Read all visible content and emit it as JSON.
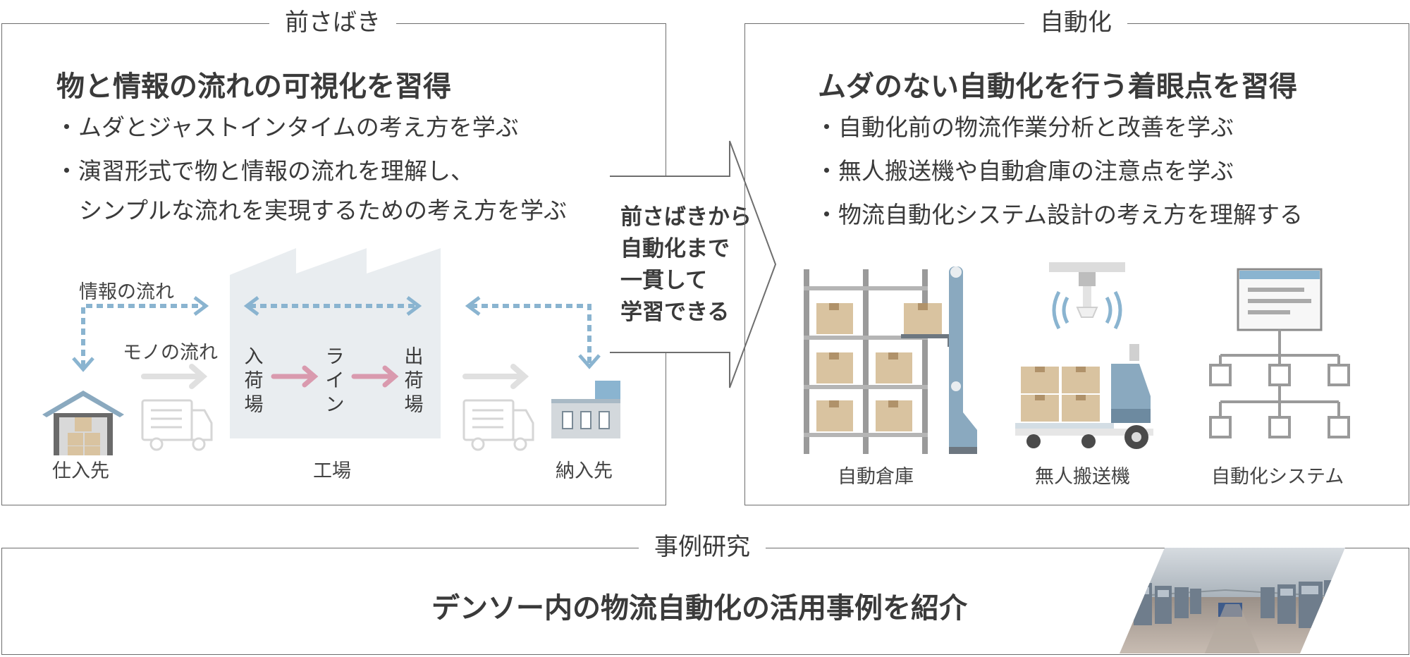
{
  "left": {
    "legend": "前さばき",
    "heading": "物と情報の流れの可視化を習得",
    "bullets": [
      "・ムダとジャストインタイムの考え方を学ぶ",
      "・演習形式で物と情報の流れを理解し、",
      "シンプルな流れを実現するための考え方を学ぶ"
    ],
    "labels": {
      "info_flow": "情報の流れ",
      "goods_flow": "モノの流れ",
      "supplier": "仕入先",
      "factory": "工場",
      "customer": "納入先",
      "receiving": "入荷場",
      "line": "ライン",
      "shipping": "出荷場"
    }
  },
  "center": {
    "lines": [
      "前さばきから",
      "自動化まで",
      "一貫して",
      "学習できる"
    ]
  },
  "right": {
    "legend": "自動化",
    "heading": "ムダのない自動化を行う着眼点を習得",
    "bullets": [
      "・自動化前の物流作業分析と改善を学ぶ",
      "・無人搬送機や自動倉庫の注意点を学ぶ",
      "・物流自動化システム設計の考え方を理解する"
    ],
    "labels": {
      "warehouse": "自動倉庫",
      "agv": "無人搬送機",
      "system": "自動化システム"
    }
  },
  "bottom": {
    "legend": "事例研究",
    "text": "デンソー内の物流自動化の活用事例を紹介"
  },
  "colors": {
    "border": "#6e6e6e",
    "info_arrow": "#8ab4d0",
    "flow_arrow": "#d99aae",
    "box": "#d9c3a0",
    "steel": "#9a9a9a"
  }
}
